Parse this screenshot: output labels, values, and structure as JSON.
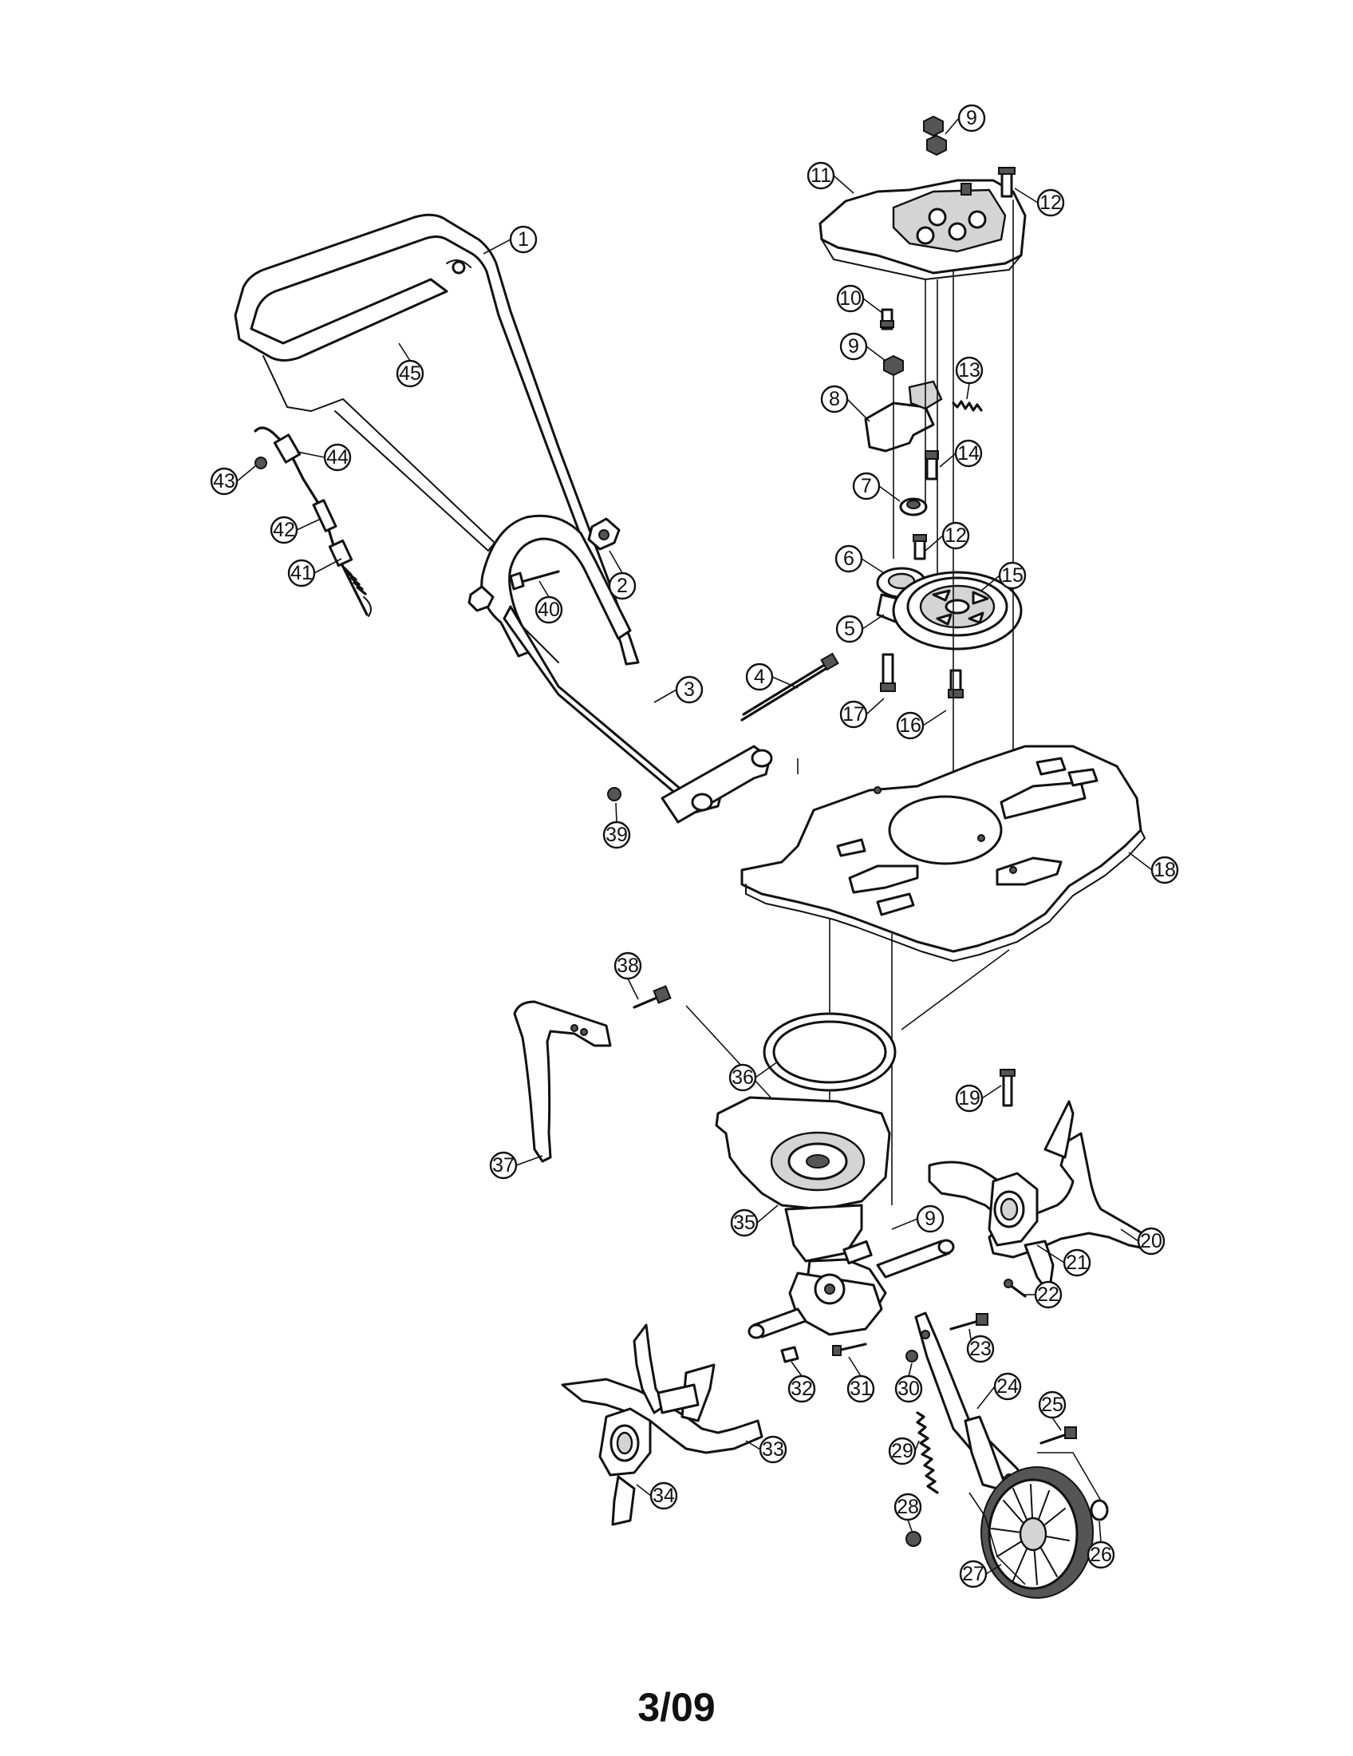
{
  "callouts": [
    {
      "id": "c1",
      "label": "1"
    },
    {
      "id": "c2",
      "label": "2"
    },
    {
      "id": "c3",
      "label": "3"
    },
    {
      "id": "c4",
      "label": "4"
    },
    {
      "id": "c5",
      "label": "5"
    },
    {
      "id": "c6",
      "label": "6"
    },
    {
      "id": "c7",
      "label": "7"
    },
    {
      "id": "c8",
      "label": "8"
    },
    {
      "id": "c9a",
      "label": "9"
    },
    {
      "id": "c9b",
      "label": "9"
    },
    {
      "id": "c9c",
      "label": "9"
    },
    {
      "id": "c10",
      "label": "10"
    },
    {
      "id": "c11",
      "label": "11"
    },
    {
      "id": "c12a",
      "label": "12"
    },
    {
      "id": "c12b",
      "label": "12"
    },
    {
      "id": "c13",
      "label": "13"
    },
    {
      "id": "c14",
      "label": "14"
    },
    {
      "id": "c15",
      "label": "15"
    },
    {
      "id": "c16",
      "label": "16"
    },
    {
      "id": "c17",
      "label": "17"
    },
    {
      "id": "c18",
      "label": "18"
    },
    {
      "id": "c19",
      "label": "19"
    },
    {
      "id": "c20",
      "label": "20"
    },
    {
      "id": "c21",
      "label": "21"
    },
    {
      "id": "c22",
      "label": "22"
    },
    {
      "id": "c23",
      "label": "23"
    },
    {
      "id": "c24",
      "label": "24"
    },
    {
      "id": "c25",
      "label": "25"
    },
    {
      "id": "c26",
      "label": "26"
    },
    {
      "id": "c27",
      "label": "27"
    },
    {
      "id": "c28",
      "label": "28"
    },
    {
      "id": "c29",
      "label": "29"
    },
    {
      "id": "c30",
      "label": "30"
    },
    {
      "id": "c31",
      "label": "31"
    },
    {
      "id": "c32",
      "label": "32"
    },
    {
      "id": "c33",
      "label": "33"
    },
    {
      "id": "c34",
      "label": "34"
    },
    {
      "id": "c35",
      "label": "35"
    },
    {
      "id": "c36",
      "label": "36"
    },
    {
      "id": "c37",
      "label": "37"
    },
    {
      "id": "c38",
      "label": "38"
    },
    {
      "id": "c39",
      "label": "39"
    },
    {
      "id": "c40",
      "label": "40"
    },
    {
      "id": "c41",
      "label": "41"
    },
    {
      "id": "c42",
      "label": "42"
    },
    {
      "id": "c43",
      "label": "43"
    },
    {
      "id": "c44",
      "label": "44"
    },
    {
      "id": "c45",
      "label": "45"
    }
  ],
  "footer": {
    "page_number": "3/09"
  }
}
